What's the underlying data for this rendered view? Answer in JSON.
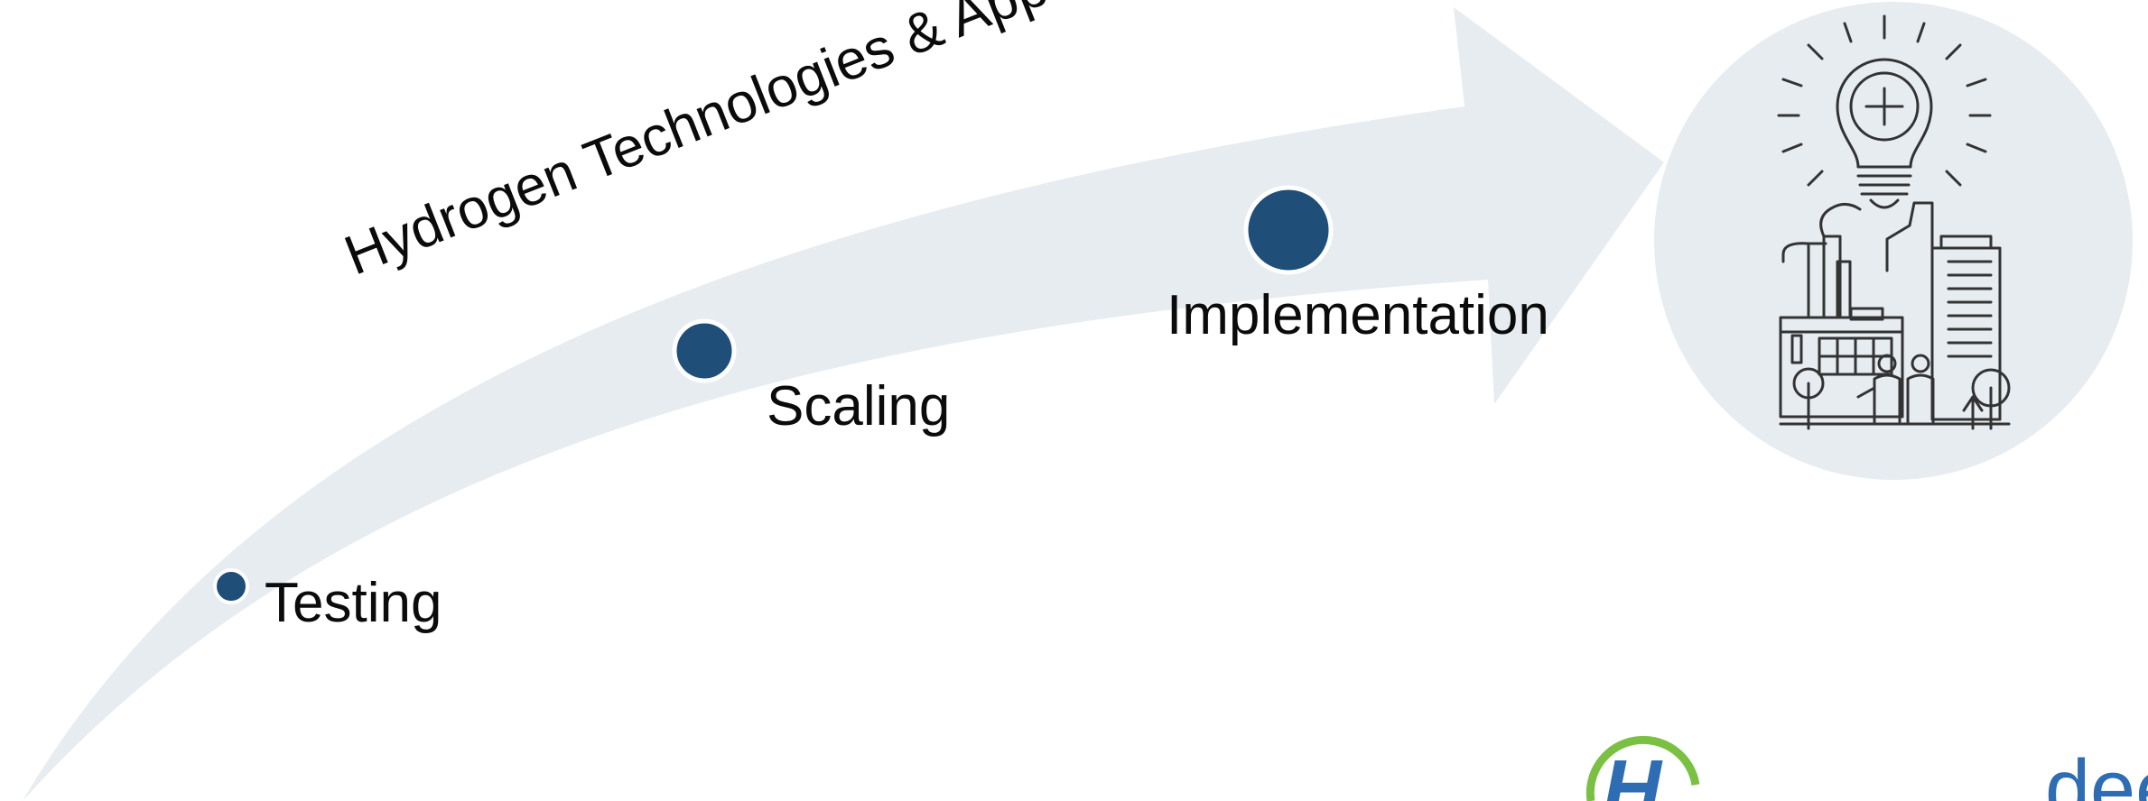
{
  "diagram": {
    "title": "Hydrogen Technologies & Application",
    "stages": [
      {
        "label": "Testing"
      },
      {
        "label": "Scaling"
      },
      {
        "label": "Implementation"
      }
    ],
    "illustration_icon": "lightbulb-city-icon",
    "logo_icon": "hydrogen-logo-icon"
  },
  "colors": {
    "arrow": "#e7ecf1",
    "dot": "#1f4e79",
    "icon_line": "#333333",
    "logo_green": "#7ac143",
    "logo_blue": "#2e6db4"
  }
}
